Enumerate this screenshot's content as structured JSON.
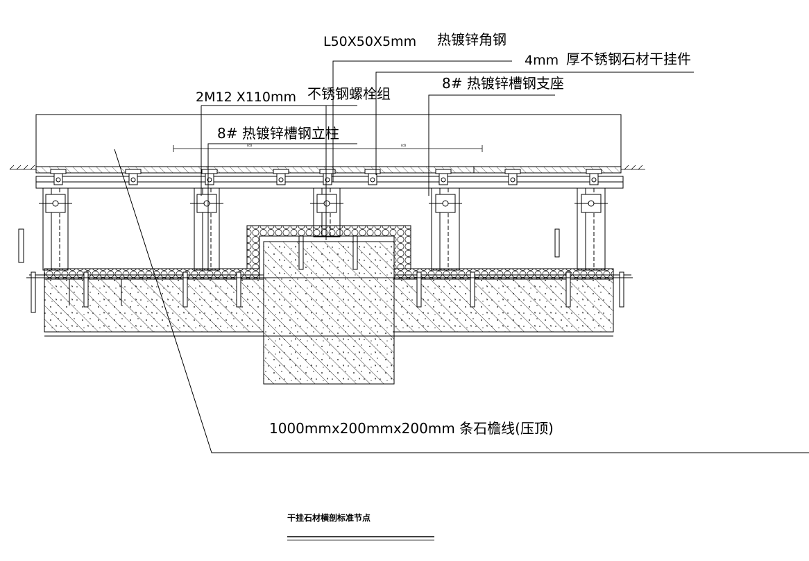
{
  "labels": {
    "angle_steel_size": "L50X50X5mm",
    "angle_steel_name": "热镀锌角钢",
    "hanger_thickness": "4mm",
    "hanger_name": "厚不锈钢石材干挂件",
    "channel_support": "8# 热镀锌槽钢支座",
    "bolt_spec": "2M12   X110mm",
    "bolt_name": "不锈钢螺栓组",
    "channel_column": "8# 热镀锌槽钢立柱",
    "eave_stone": "1000mmx200mmx200mm 条石檐线(压顶)",
    "dim_left": "(d)",
    "dim_right": "(d)"
  },
  "footer": {
    "title": "干挂石材横剖标准节点"
  },
  "colors": {
    "line": "#000000",
    "background": "#ffffff"
  }
}
